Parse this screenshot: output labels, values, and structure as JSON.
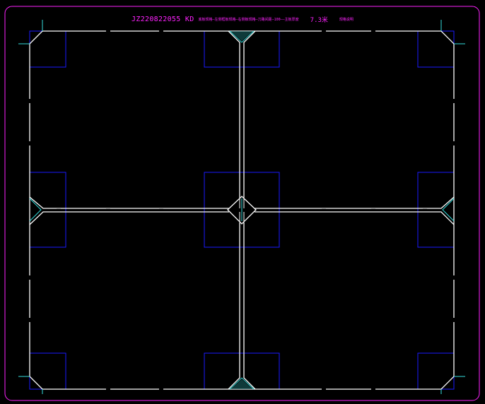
{
  "drawing": {
    "code": "JZ220822055 KD",
    "spec": "底板规格—左侧框板规格—右侧板规格—刀路间距—100——主板厚度",
    "size": "7.3米",
    "note": "规格说明"
  },
  "colors": {
    "border": "#ff22ff",
    "board_lines": "#ffffff",
    "pads": "#1a1aff",
    "marks": "#33dddd",
    "text": "#ff22ff",
    "background": "#000000"
  }
}
